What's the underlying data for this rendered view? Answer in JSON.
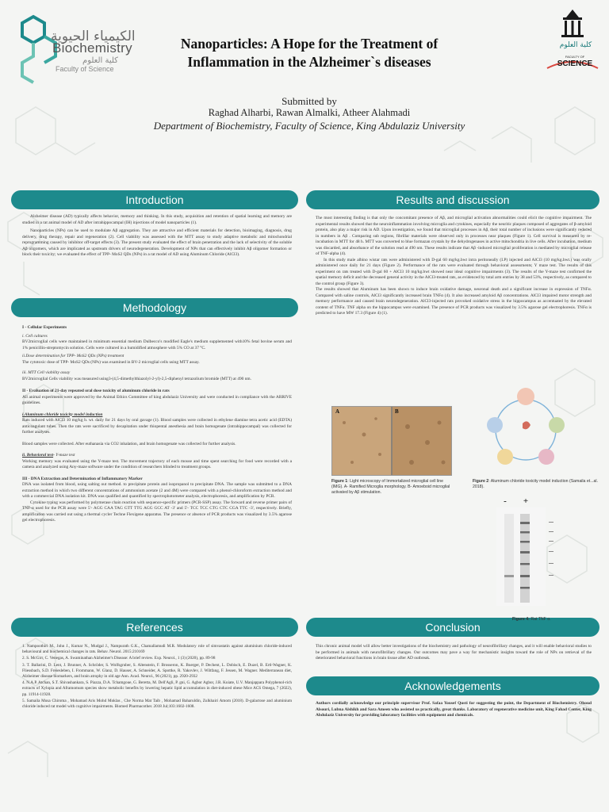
{
  "header": {
    "dept_ar": "الكيمياء الحيوية",
    "dept_en": "Biochemistry",
    "faculty_ar": "كلية العلوم",
    "faculty_en": "Faculty of Science",
    "right_logo_ar": "كلية العلوم",
    "right_logo_small": "FACULTY OF",
    "right_logo_en": "SCIENCE"
  },
  "title": {
    "line1": "Nanoparticles: A Hope for the Treatment of",
    "line2": "Inflammation in the Alzheimer`s diseases",
    "submitted_by": "Submitted by",
    "authors": "Raghad Alharbi, Rawan Almalki, Atheer Alahmadi",
    "department": "Department of Biochemistry, Faculty of Science, King Abdulaziz University"
  },
  "sections": {
    "introduction": "Introduction",
    "methodology": "Methodology",
    "references": "References",
    "results": "Results and discussion",
    "conclusion": "Conclusion",
    "acknowledgements": "Acknowledgements"
  },
  "introduction": {
    "p1": "Alzheimer disease (AD) typically affects behavior, memory and thinking. In this study, acquisition and retention of spatial learning and memory are studied in a rat animal model of AD after intrahippocampal (IH) injections of model nanoparticles (1).",
    "p2": "Nanoparticles (NPs) can be used to modulate Aβ aggregation. They are attractive and efficient materials for detection, bioimaging, diagnosis, drug delivery, drug therapy, repair and regeneration (2). Cell viability was assessed with the MTT assay to study adaptive metabolic and mitochondrial reprogramming caused by inhibitor off-target effects (3). The present study evaluated the effect of brain penetration and the lack of selectivity of the soluble Aβ oligomers, which are implicated as upstream drivers of neurodegeneration. Development of NPs that can effectively inhibit Aβ oligomer formation or block their toxicity; we evaluated the effect of TPP- MoS2 QDs (NPs) in a rat model of AD using Aluminum Chloride (AlCl3)."
  },
  "methodology": {
    "h1": "I - Cellular Experiments",
    "s1": "i. Cell cultures",
    "p1": "BV2microglial cells were maintained in minimum essential medium Dulbecco's modified Eagle's medium supplemented with10% fetal bovine serum and 1% penicillin-streptomycin solution. Cells were cultured in a humidified atmosphere with 5% CO at 37 °C.",
    "s2": "ii.Dose determination for TPP- MoS2 QDs (NPs) treatment",
    "p2": "The cytotoxic dose of TPP- MoS2 QDs (NPs) was examined in BV-2 microglial cells using MTT assay.",
    "s3": "iii. MTT Cell viability assay",
    "p3": "BV2microglial Cells viability was measured using3-(4,5-dimethylthiazolyl-2-yl)-2,5-diphenyl tetrazolium bromide (MTT) at 490 nm.",
    "h2": "II - Evaluation of 21-day repeated oral dose toxicity of aluminum chloride in rats",
    "p4": "All animal experiments were approved by the Animal Ethics Committee of king abdulaziz University and were conducted in compliance with the ARRIVE guidelines.",
    "s4": "i.Aluminum chloride toxicity model induction",
    "p5": "Rats induced with AlCl3 10 mg/kg b. wt. daily for 21 days by oral gavage (1). Blood samples were collected in ethylene diamine tetra acetic acid (EDTA) anticoagulant tubes. Then the rats were sacrificed by decapitation under thiopental anesthesia and brain homogenate (intrahippocampal) was collected for further analyses.",
    "p6": "Blood samples were collected. After euthanasia via CO2 inhalation, and brain homogenate was collected for further analysis.",
    "s5": "ii. Behavioral test",
    "s5b": "- Y-maze test",
    "p7": "Working memory was evaluated using the Y-maze test. The movement trajectory of each mouse and time spent searching for food were recorded with a camera and analyzed using Any-maze software under the condition of researchers blinded to treatment groups.",
    "h3": "III - DNA Extraction and Determination of Inflammatory Marker",
    "p8": "DNA was isolated from blood, using salting out method. to precipitate protein and isopropanol to precipitate DNA. The sample was submitted to a DNA extraction method in which two different concentrations of ammonium acetate (2 and 4M) were compared with a phenol-chloroform extraction method and with a commercial DNA isolation kit. DNA was qualified and quantified by spectrophotometer analysis, electrophoresis, and amplification by PCR.",
    "p9": "Cytokine typing was performed by polymerase chain reaction with sequence-specific primers (PCR-SSP) assay. The forward and reverse primer pairs of TNF-α used for the PCR assay were 5'- AGG CAA TAG GTT TTG AGG GCC AT -3' and 5'- TCC TCC CTG CTC CGA TTC -3', respectively. Briefly, amplification was carried out using a thermal cycler Techne Flexigene apparatus. The presence or absence of PCR products was visualized by 3.5% agarose gel electrophoresis."
  },
  "references": [
    "1. Nampoothiri M., John J., Kumar N., Mudgal J., Nampurath G.K., Chamallamudi M.R. Modulatory role of simvastatin against aluminium chloride-induced behavioural and biochemical changes in rats. Behav. Neurol. 2015:210169",
    "2. S. McGirr, C. Venegas, A. Swaminathan Alzheimer's Disease: A brief review. Exp. Neurol., 1 (3) (2020), pp. 89-98",
    "3. T. Ballarini, D. Lent, J. Brunner, A. Schröder, S. Wolfsgruber, S. Altenstein, F. Brosseron, K. Buerger, P. Dechent, L. Dobisch, E. Duzel, B. Ertl-Wagner, K. Fliessbach, S.D. Freiesleben, I. Frommann, W. Glanz, D. Hauser, A. Schneider, A. Spottke, R. Yakovlev, J. Wiltfang, F. Jessen, M. Wagner. Mediterranean diet, Alzheimer disease biomarkers, and brain atrophy in old age Ann. Acad. Neurol., 96 (2021), pp. 2920-2932",
    "4. N.A.P. Atchan, S.T. Shivashankara, S. Piazza, D.A. Tchamgoue, G. Beretta, M. Dell'Agli, P. gni, G. Agbor Agbor, J.R. Kuiate, U.V. Manjappara Polyphenol-rich extracts of Xylopia and Aframomum species show metabolic benefits by lowering hepatic lipid accumulation in diet-induced obese Mice ACS Omega, 7 (2022), pp. 11914-11928.",
    "5. Samaila Musa Chiroma , Mohamad Aris Mohd Moklas , Che Norma Mat Taib , Mohamad Baharuldin, Zulkhairi Amom (2018). D-galactose and aluminium chloride induced rat model with cognitive impairments. Biomed Pharmacother. 2018 Jul;103:1602-1608."
  ],
  "results": {
    "p1": "The most interesting finding is that only the concomitant presence of Aβ, and microglial activation abnormalities could elicit the cognitive impairment. The experimental results showed that the neuroinflammation involving microglia and cytokines, especially the neuritic plaques composed of aggregates of β-amyloid protein, also play a major risk in AD. Upon investigation, we found that microglial processes in Aβ, their total number of inclusions were significantly reduced in numbers in Aβ . Comparing sub regions, fibrillar materials were observed only in processes near plaques (Figure 1). Cell survival is measured by re-incubation in MTT for 48 h. MTT was converted to blue formazan crystals by the dehydrogenases in active mitochondria in live cells. After incubation, medium was discarded, and absorbance of the solution read at 490 nm. These results indicate that Aβ -induced microglial proliferation is mediated by microglial release of TNF-alpha (4).",
    "p2": "In this study male albino wistar rats were administered with D-gal 60 mg/kg.bwt intra peritoneally (I.P) injected and AlCl3 (10 mg/kg.bwt.) was orally administered once daily for 21 days (Figure 2). Performance of the rats were evaluated through behavioral assessments; Y maze test. The results of this experiment on rats treated with D-gal 60 + AlCl3 10 mg/kg.bwt showed near ideal cognitive impairments (3). The results of the Y-maze test confirmed the spatial memory deficit and the decreased general activity in the AlCl3-treated rats, as evidenced by total arm entries by 38 and 53%, respectively, as compared to the control group (Figure 3).",
    "p3": "The results showed that Aluminum has been shown to induce brain oxidative damage, neuronal death and a significant increase in expression of TNFα. Compared with saline controls, AlCl3 significantly increased brain TNFα (4). It also increased amyloid Aβ concentrations. AlCl3 impaired motor strength and memory performance and caused brain neurodegeneration. AlCl3-injected rats provoked oxidative stress in the hippocampus as accentuated by the elevated content of TNFα. TNF alpha on the hippocampus were examined. The presence of PCR products was visualized by 3.5% agarose gel electrophoresis. TNFα is predicted to have MW 17.3 (Figure 4) (1)."
  },
  "figures": {
    "fig1_a": "A",
    "fig1_b": "B",
    "fig1_caption_label": "Figure 1",
    "fig1_caption": ": Light microscopy of Immortalized microglial cell line (IMG). A- Ramified Microglia morphology. B- Amoeboid microglial activated by Aβ stimulation.",
    "fig2_caption_label": "Figure 2",
    "fig2_caption": ": Aluminum chloride toxicity model induction (Samaila et...al. 2018).",
    "fig4_minus": "-",
    "fig4_plus": "+",
    "fig4_caption_label": "Figure 4:",
    "fig4_caption": " Rat TNF α."
  },
  "conclusion": {
    "p1": "This chronic animal model will allow better investigations of the biochemistry and pathology of neurofibrillary changes, and it will enable behavioral studies to be performed in animals with neurofibrillary changes. Our outcomes may pave a way for mechanistic insights toward the role of NPs on retrieval of the deteriorated behavioral functions in brain tissue after AD outbreak."
  },
  "acknowledgements": {
    "p1": "Authors cordially acknowledge our principle supervisor Prof. Safaa Yousef Qusti for suggesting the point, the Department of Biochemistry. Ohoud Alsouri, Lubna Alshikh and Sara Ameen who assisted us practically, great thanks. Laboratory of regenerative medicine unit, King Fahad Center, King Abdulaziz University for providing laboratory facilities with equipment and chemicals."
  },
  "colors": {
    "accent": "#1d8a8c",
    "background": "#f4f5f3"
  }
}
